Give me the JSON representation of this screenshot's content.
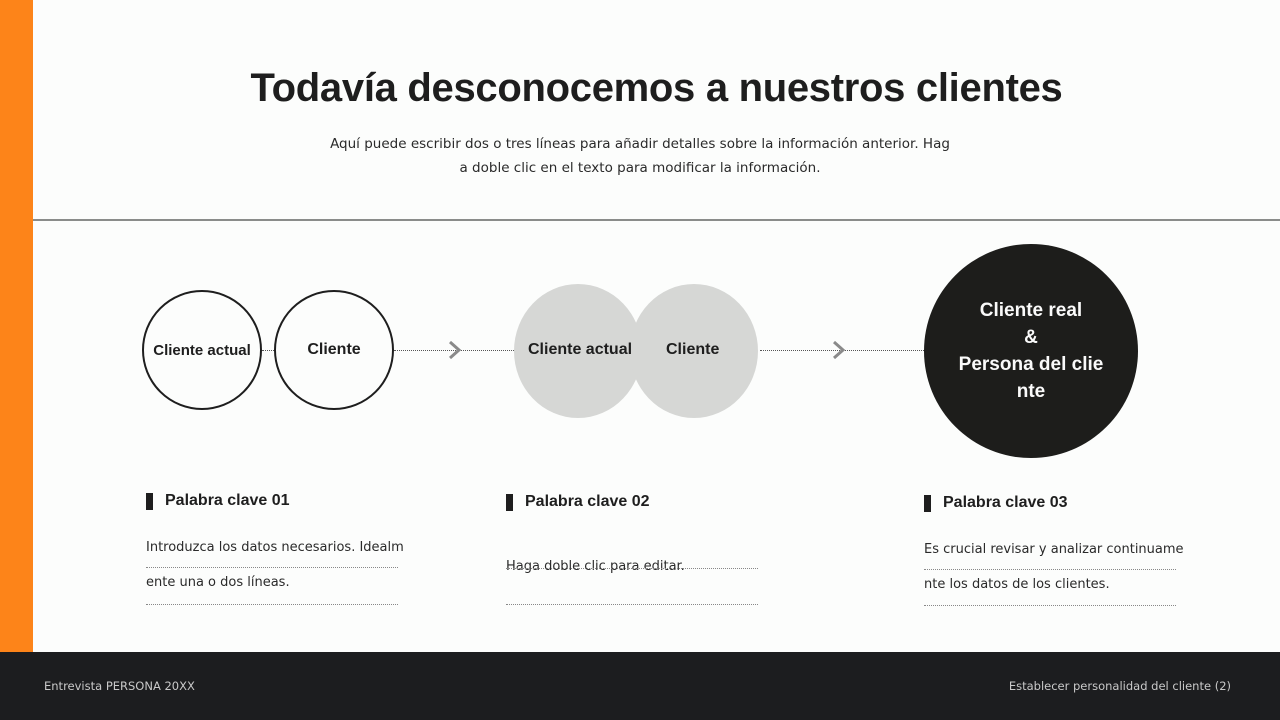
{
  "slide": {
    "title": "Todavía desconocemos a nuestros clientes",
    "subtitle_line1": "Aquí puede escribir dos o tres líneas para añadir detalles sobre la información anterior. Hag",
    "subtitle_line2": "a doble clic en el texto para modificar la información.",
    "accent_color": "#fd8419"
  },
  "diagram": {
    "stage1": {
      "circle_a": "Cliente actual",
      "circle_b": "Cliente"
    },
    "stage2": {
      "circle_a": "Cliente actual",
      "circle_b": "Cliente"
    },
    "stage3": {
      "line1": "Cliente real",
      "line2": "&",
      "line3": "Persona del clie",
      "line4": "nte"
    },
    "arrow_icon": "chevron-right-icon"
  },
  "keywords": [
    {
      "title": "Palabra clave 01",
      "lines": [
        "Introduzca los datos necesarios. Idealm",
        "ente una o dos líneas."
      ]
    },
    {
      "title": "Palabra clave 02",
      "lines": [
        "Haga doble clic para editar."
      ]
    },
    {
      "title": "Palabra clave 03",
      "lines": [
        "Es crucial revisar y analizar continuame",
        "nte los datos de los clientes."
      ]
    }
  ],
  "footer": {
    "left": "Entrevista PERSONA 20XX",
    "right": "Establecer personalidad del cliente (2)"
  }
}
